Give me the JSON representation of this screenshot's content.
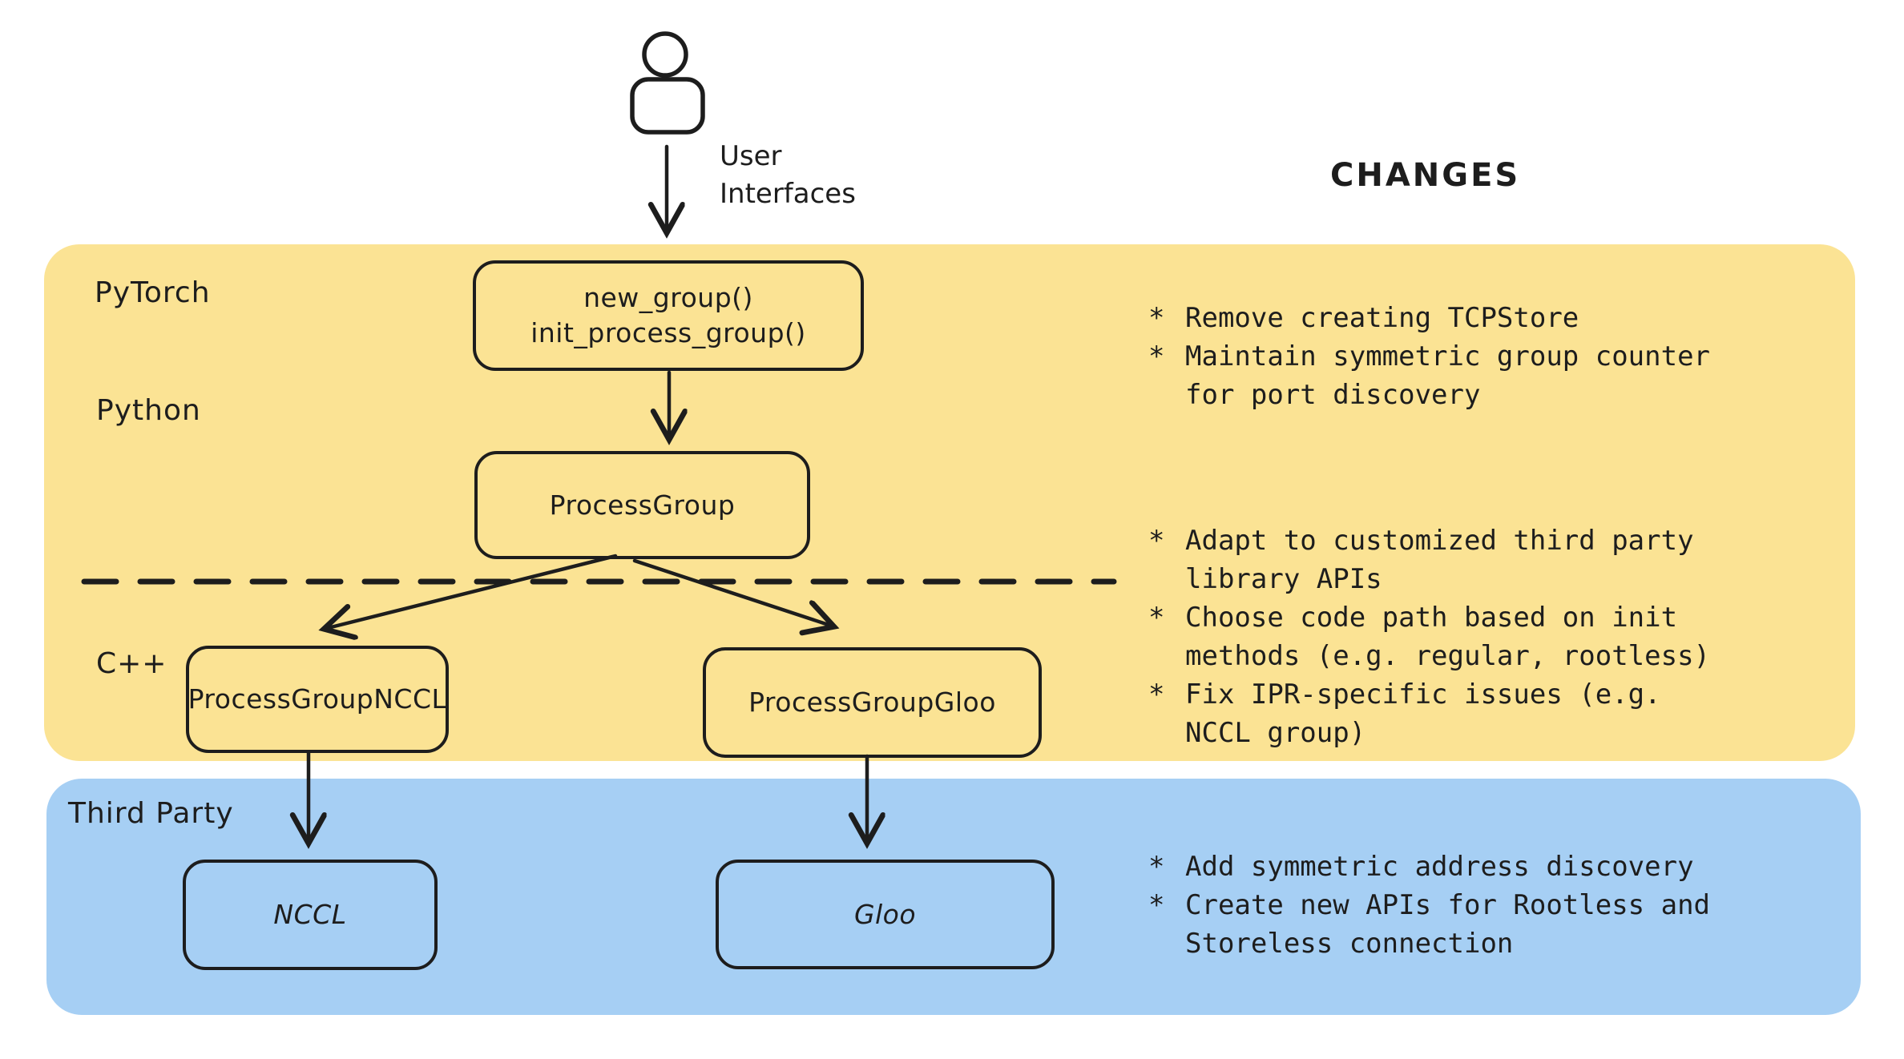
{
  "colors": {
    "region_yellow": "#FBE394",
    "region_blue": "#A6CFF4",
    "ink": "#1D1D1D"
  },
  "icons": {
    "user": "user-icon"
  },
  "header": {
    "user_label_line1": "User",
    "user_label_line2": "Interfaces",
    "changes_title": "CHANGES"
  },
  "bullet_marker": "*",
  "pytorch_region": {
    "platform_label": "PyTorch",
    "language_label": "Python",
    "cpp_label": "C++",
    "nodes": {
      "api_line1": "new_group()",
      "api_line2": "init_process_group()",
      "process_group": "ProcessGroup",
      "process_group_nccl": "ProcessGroupNCCL",
      "process_group_gloo": "ProcessGroupGloo"
    },
    "python_changes": [
      "Remove creating TCPStore",
      "Maintain symmetric group counter for port discovery"
    ],
    "cpp_changes": [
      "Adapt to customized third party library APIs",
      "Choose code path based on init methods (e.g. regular, rootless)",
      "Fix IPR-specific issues (e.g. NCCL group)"
    ]
  },
  "third_party_region": {
    "label": "Third Party",
    "nodes": {
      "nccl": "NCCL",
      "gloo": "Gloo"
    },
    "changes": [
      "Add symmetric address discovery",
      "Create new APIs for Rootless and Storeless connection"
    ]
  }
}
